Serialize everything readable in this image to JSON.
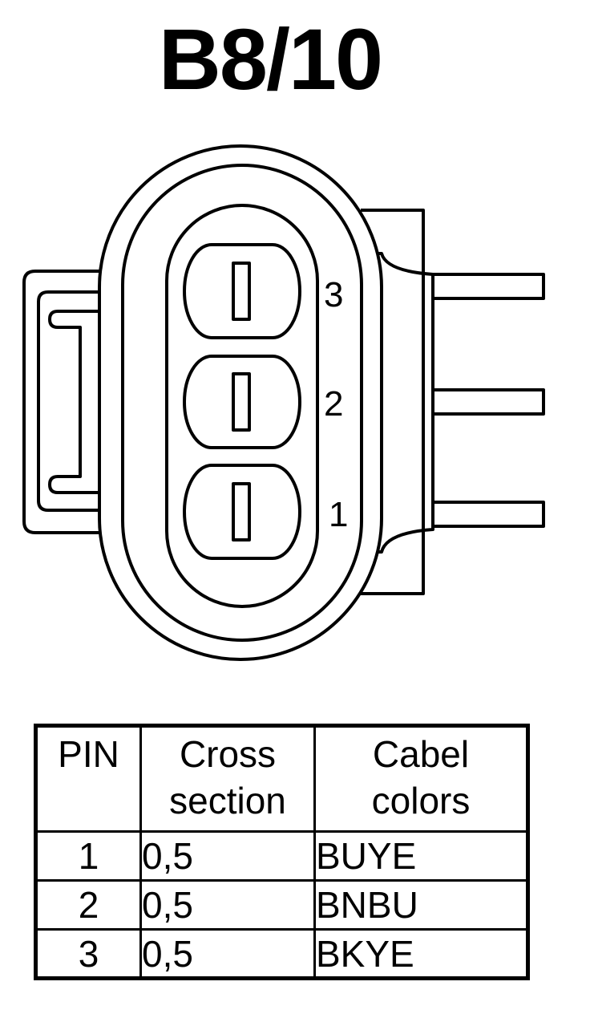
{
  "title": "B8/10",
  "connector": {
    "pin_labels": [
      "3",
      "2",
      "1"
    ]
  },
  "table": {
    "headers": {
      "pin": "PIN",
      "cross_section": [
        "Cross",
        "section"
      ],
      "cable_colors": [
        "Cabel",
        "colors"
      ]
    },
    "rows": [
      {
        "pin": "1",
        "cross_section": "0,5",
        "color": "BUYE"
      },
      {
        "pin": "2",
        "cross_section": "0,5",
        "color": "BNBU"
      },
      {
        "pin": "3",
        "cross_section": "0,5",
        "color": "BKYE"
      }
    ]
  }
}
